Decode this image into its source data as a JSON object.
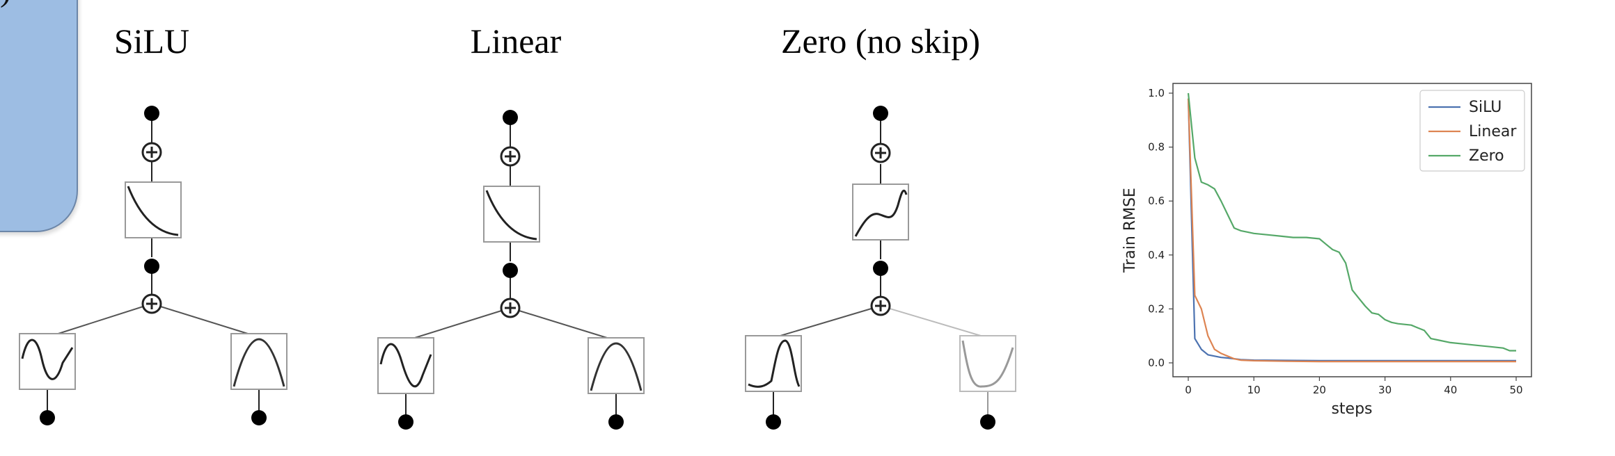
{
  "callout": {
    "text": ")"
  },
  "networks": [
    {
      "title": "SiLU"
    },
    {
      "title": "Linear"
    },
    {
      "title": "Zero (no skip)"
    }
  ],
  "chart_data": {
    "type": "line",
    "title": "",
    "xlabel": "steps",
    "ylabel": "Train RMSE",
    "xlim": [
      0,
      50
    ],
    "ylim": [
      0.0,
      1.0
    ],
    "xticks": [
      0,
      10,
      20,
      30,
      40,
      50
    ],
    "yticks": [
      0.0,
      0.2,
      0.4,
      0.6,
      0.8,
      1.0
    ],
    "legend": "top-right",
    "grid": false,
    "series": [
      {
        "name": "SiLU",
        "color": "#4c72b0",
        "x": [
          0,
          1,
          2,
          3,
          4,
          5,
          6,
          8,
          10,
          20,
          30,
          40,
          50
        ],
        "y": [
          0.98,
          0.09,
          0.05,
          0.03,
          0.025,
          0.02,
          0.018,
          0.012,
          0.01,
          0.008,
          0.008,
          0.008,
          0.008
        ]
      },
      {
        "name": "Linear",
        "color": "#dd8452",
        "x": [
          0,
          1,
          2,
          3,
          4,
          5,
          6,
          7,
          8,
          10,
          15,
          20,
          30,
          40,
          50
        ],
        "y": [
          0.98,
          0.25,
          0.2,
          0.1,
          0.05,
          0.035,
          0.025,
          0.015,
          0.01,
          0.008,
          0.006,
          0.005,
          0.005,
          0.005,
          0.005
        ]
      },
      {
        "name": "Zero",
        "color": "#55a868",
        "x": [
          0,
          1,
          2,
          3,
          4,
          5,
          6,
          7,
          8,
          9,
          10,
          12,
          14,
          16,
          18,
          20,
          21,
          22,
          23,
          24,
          25,
          26,
          27,
          28,
          29,
          30,
          31,
          32,
          34,
          35,
          36,
          37,
          38,
          40,
          42,
          44,
          46,
          48,
          49,
          50
        ],
        "y": [
          1.0,
          0.76,
          0.67,
          0.66,
          0.645,
          0.6,
          0.55,
          0.5,
          0.49,
          0.485,
          0.48,
          0.475,
          0.47,
          0.465,
          0.465,
          0.46,
          0.44,
          0.42,
          0.41,
          0.37,
          0.27,
          0.24,
          0.21,
          0.185,
          0.18,
          0.16,
          0.15,
          0.145,
          0.14,
          0.13,
          0.12,
          0.09,
          0.085,
          0.075,
          0.07,
          0.065,
          0.06,
          0.055,
          0.045,
          0.045
        ]
      }
    ]
  }
}
